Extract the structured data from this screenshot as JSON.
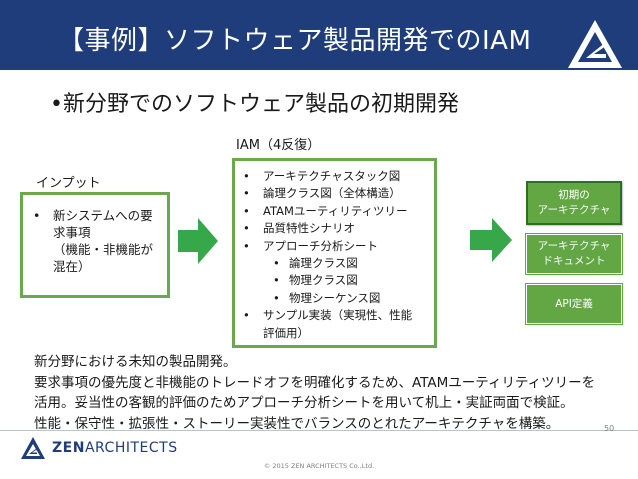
{
  "slide": {
    "title": "【事例】ソフトウェア製品開発でのIAM",
    "subtitle": "•新分野でのソフトウェア製品の初期開発",
    "iam_label": "IAM（4反復）",
    "input_label": "インプット",
    "input_items": [
      "新システムへの要",
      "求事項",
      "（機能・非機能が",
      "混在）"
    ],
    "iam_items": [
      "アーキテクチャスタック図",
      "論理クラス図（全体構造）",
      "ATAMユーティリティツリー",
      "品質特性シナリオ",
      "アプローチ分析シート",
      "論理クラス図",
      "物理クラス図",
      "物理シーケンス図",
      "サンプル実装（実現性、性能",
      "評価用）"
    ],
    "outputs": [
      "初期の\nアーキテクチャ",
      "アーキテクチャ\nドキュメント",
      "API定義"
    ],
    "summary_lines": [
      "新分野における未知の製品開発。",
      "要求事項の優先度と非機能のトレードオフを明確化するため、ATAMユーティリティツリーを",
      "活用。妥当性の客観的評価のためアプローチ分析シートを用いて机上・実証両面で検証。",
      "性能・保守性・拡張性・ストーリー実装性でバランスのとれたアーキテクチャを構築。"
    ],
    "footer_brand_bold": "ZEN",
    "footer_brand_rest": "ARCHITECTS",
    "page_number": "50",
    "copyright": "© 2015 ZEN ARCHITECTS Co.,Ltd."
  },
  "colors": {
    "title_bar": "#1f3d7a",
    "box_border": "#6aa84f",
    "arrow_fill": "#37a84a",
    "output_fill": "#62a744"
  },
  "icons": [
    "zen-logo-icon",
    "right-arrow-icon"
  ]
}
